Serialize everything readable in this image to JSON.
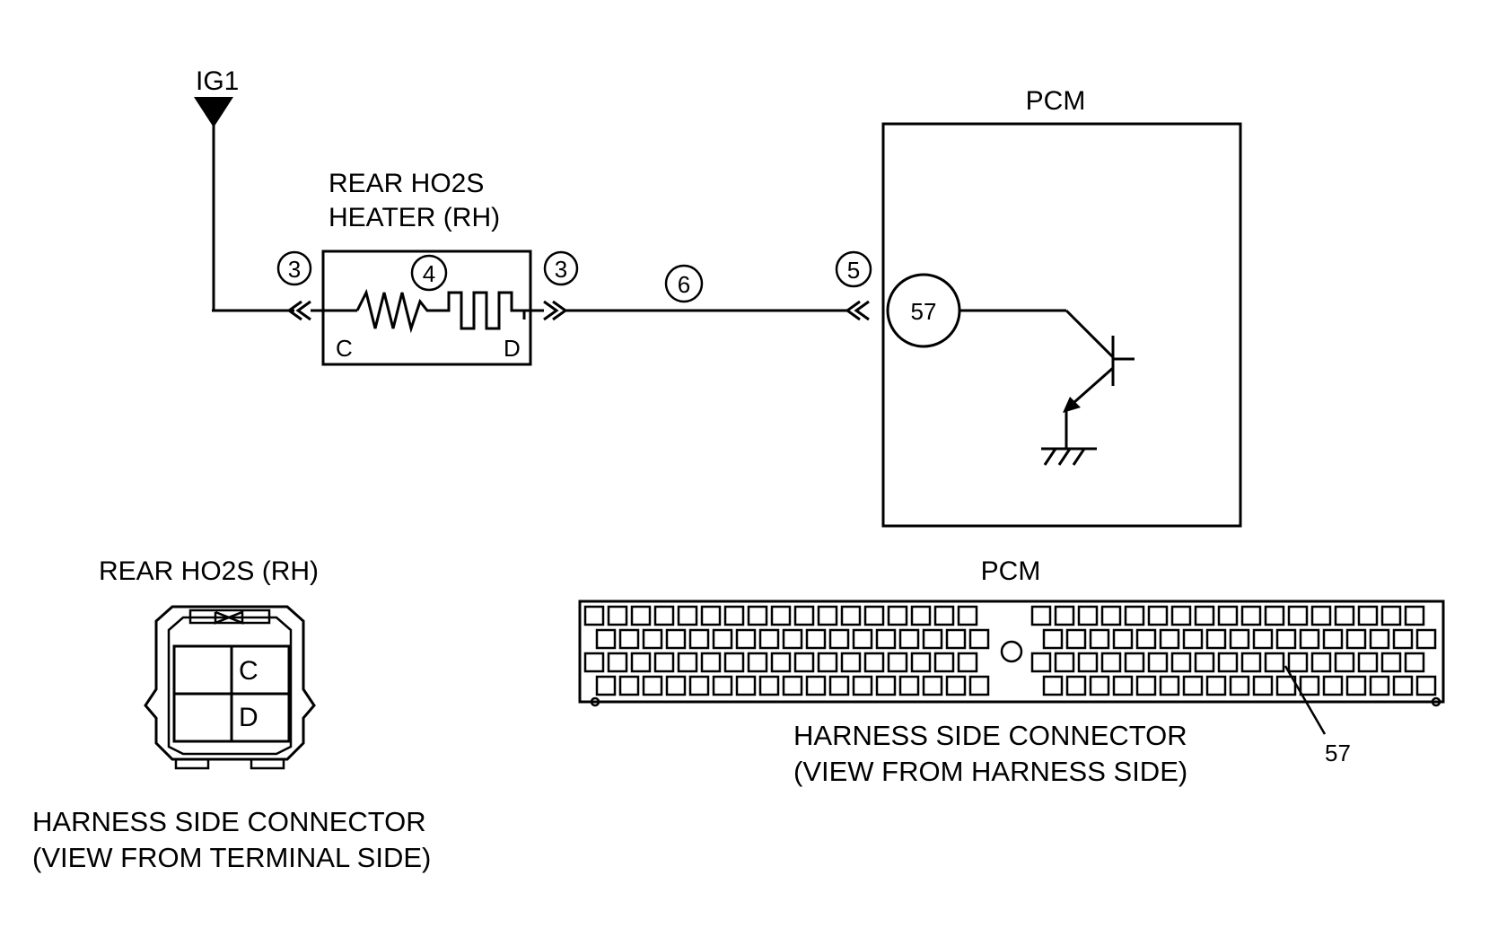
{
  "schematic": {
    "power_label": "IG1",
    "heater_title_line1": "REAR HO2S",
    "heater_title_line2": "HEATER (RH)",
    "heater_terminal_c": "C",
    "heater_terminal_d": "D",
    "pcm_title": "PCM",
    "pcm_pin": "57",
    "callouts": {
      "left_connector": "3",
      "heater_element": "4",
      "right_connector": "3",
      "wire": "6",
      "pcm_connector": "5"
    }
  },
  "sensor_connector": {
    "title": "REAR HO2S (RH)",
    "pin_c": "C",
    "pin_d": "D",
    "caption_line1": "HARNESS SIDE CONNECTOR",
    "caption_line2": "(VIEW FROM TERMINAL SIDE)"
  },
  "pcm_connector": {
    "title": "PCM",
    "pin_label": "57",
    "caption_line1": "HARNESS SIDE CONNECTOR",
    "caption_line2": "(VIEW FROM HARNESS SIDE)"
  }
}
